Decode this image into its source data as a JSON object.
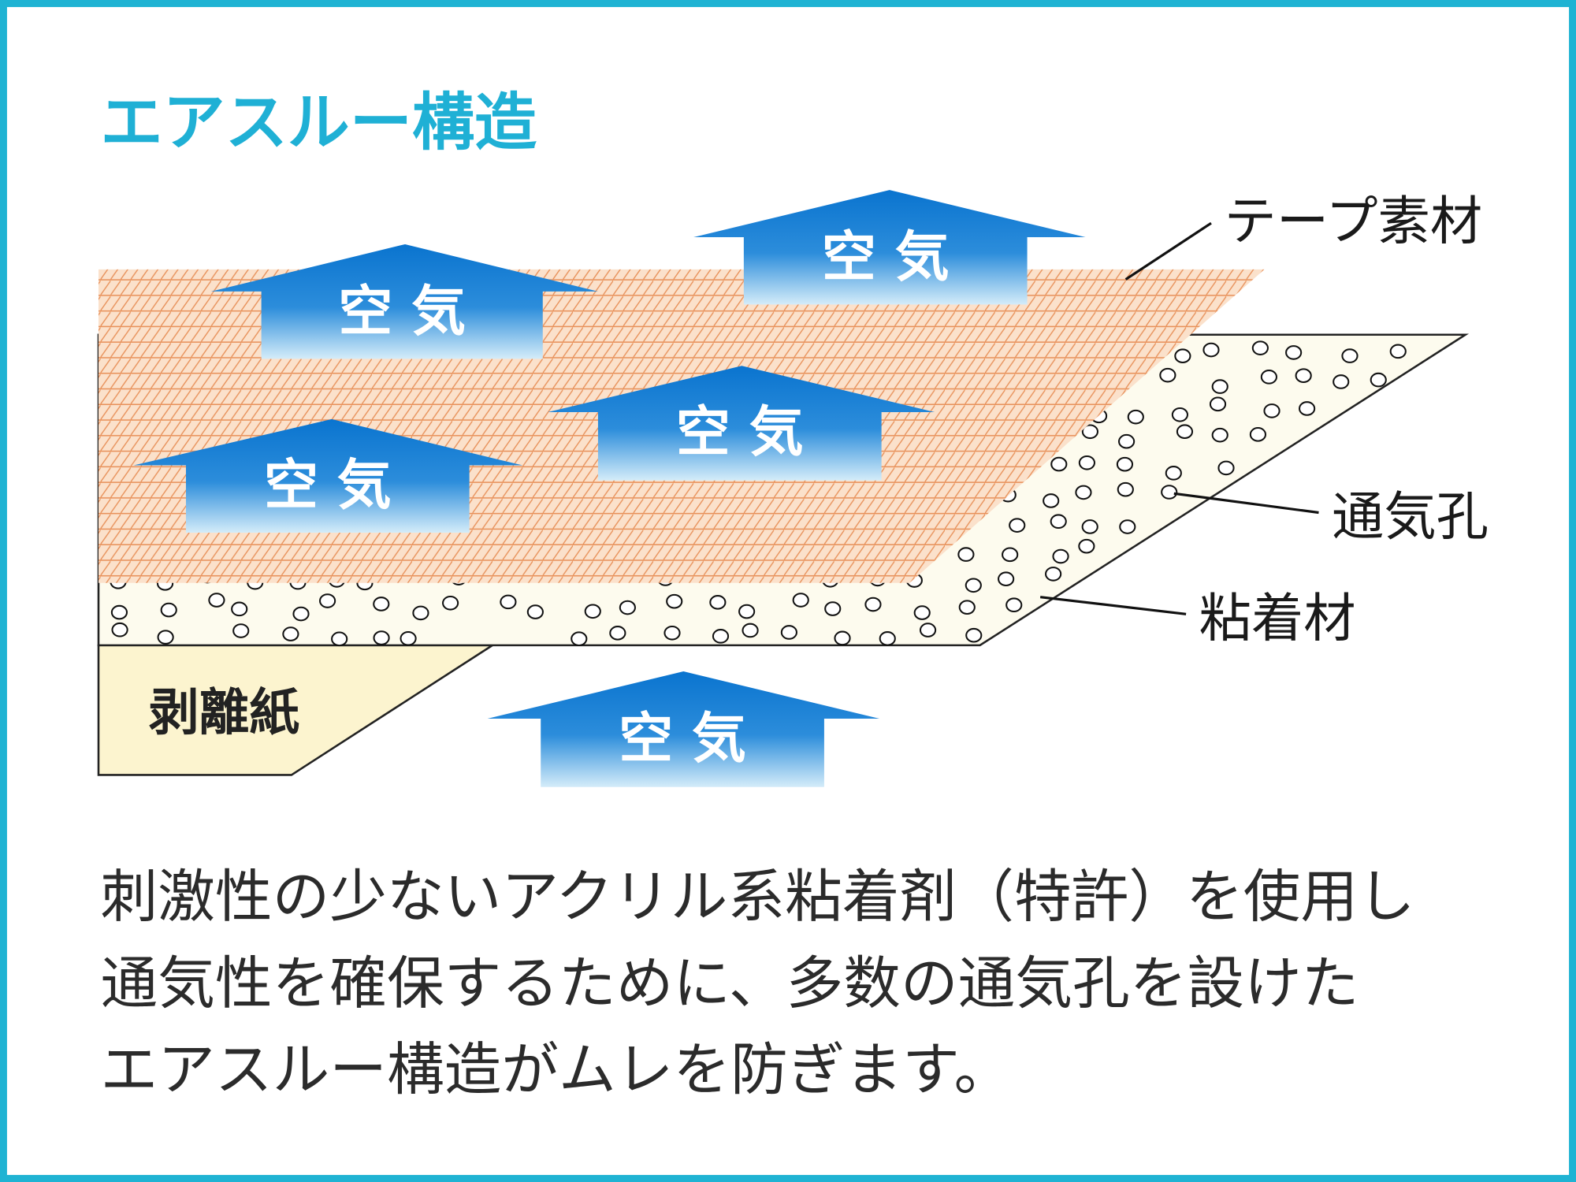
{
  "title": "エアスルー構造",
  "arrows": [
    {
      "label": "空 気"
    },
    {
      "label": "空 気"
    },
    {
      "label": "空 気"
    },
    {
      "label": "空 気"
    },
    {
      "label": "空 気"
    }
  ],
  "labels": {
    "tape": "テープ素材",
    "vent_holes": "通気孔",
    "adhesive": "粘着材",
    "release_paper": "剥離紙"
  },
  "description": [
    "刺激性の少ないアクリル系粘着剤（特許）を使用し",
    "通気性を確保するために、多数の通気孔を設けた",
    "エアスルー構造がムレを防ぎます。"
  ],
  "colors": {
    "frame": "#1fb3d3",
    "title": "#1fb0d5",
    "tape_fill": "#fbe1cb",
    "tape_hatch": "#e8915a",
    "adhesive": "#fdfbee",
    "release_paper": "#fcf4cf",
    "arrow_top": "#0a74cf",
    "arrow_bottom": "#d4ecf9",
    "text": "#2b2b2b"
  }
}
